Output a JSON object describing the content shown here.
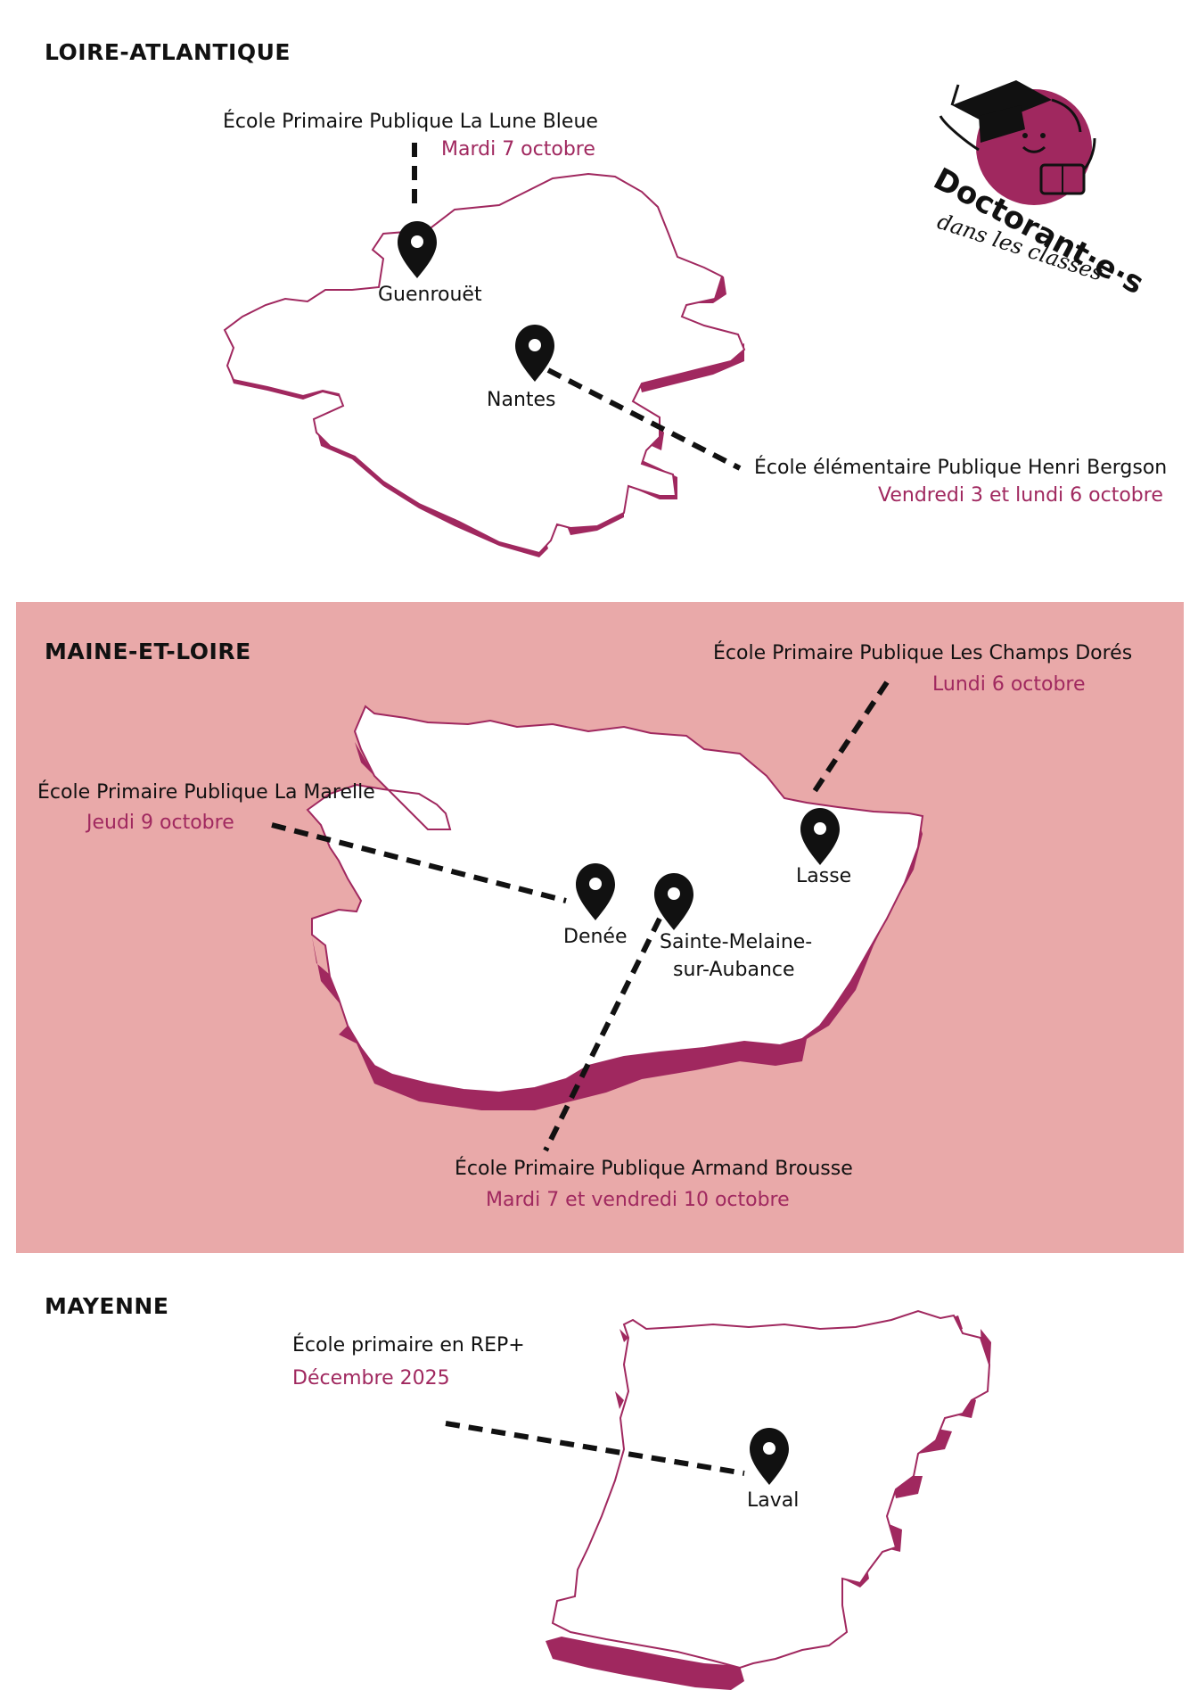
{
  "colors": {
    "accent": "#a0285f",
    "band": "#e9a9a9",
    "dash": "#111111"
  },
  "logo": {
    "line1": "Doctorant·e·s",
    "line2": "dans les classes"
  },
  "departments": [
    {
      "title": "LOIRE-ATLANTIQUE",
      "cities": [
        "Guenrouët",
        "Nantes"
      ],
      "schools": [
        {
          "name": "École Primaire Publique La Lune Bleue",
          "date": "Mardi 7 octobre"
        },
        {
          "name": "École élémentaire Publique Henri Bergson",
          "date": "Vendredi 3 et lundi 6 octobre"
        }
      ]
    },
    {
      "title": "MAINE-ET-LOIRE",
      "cities": [
        "Lasse",
        "Denée",
        "Sainte-Melaine-",
        "sur-Aubance"
      ],
      "schools": [
        {
          "name": "École Primaire Publique Les Champs Dorés",
          "date": "Lundi 6 octobre"
        },
        {
          "name": "École Primaire Publique La Marelle",
          "date": "Jeudi 9 octobre"
        },
        {
          "name": "École Primaire Publique Armand Brousse",
          "date": "Mardi 7 et vendredi 10 octobre"
        }
      ]
    },
    {
      "title": "MAYENNE",
      "cities": [
        "Laval"
      ],
      "schools": [
        {
          "name": "École primaire en REP+",
          "date": "Décembre 2025"
        }
      ]
    }
  ],
  "icons": {
    "pin": "map-pin-icon",
    "logo": "graduate-ball-logo"
  }
}
